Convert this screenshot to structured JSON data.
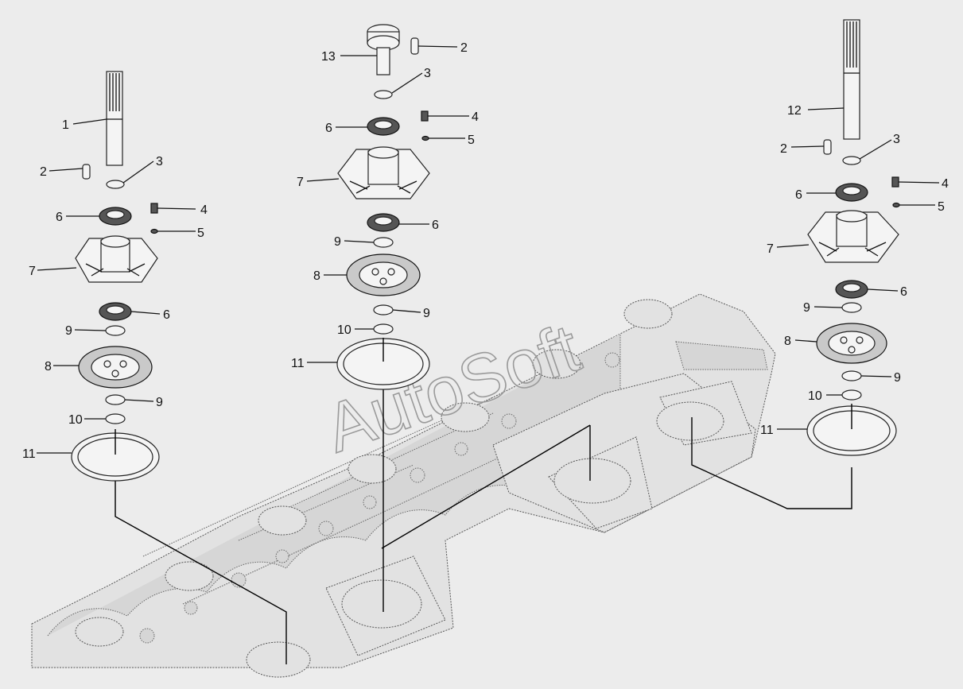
{
  "watermark": "AutoSoft",
  "callouts": {
    "left": {
      "l1": "1",
      "l2": "2",
      "l3": "3",
      "l4": "4",
      "l5": "5",
      "l6a": "6",
      "l7": "7",
      "l6b": "6",
      "l9a": "9",
      "l8": "8",
      "l9b": "9",
      "l10": "10",
      "l11": "11"
    },
    "center": {
      "l13": "13",
      "l2": "2",
      "l3": "3",
      "l6a": "6",
      "l4": "4",
      "l5": "5",
      "l7": "7",
      "l6b": "6",
      "l9a": "9",
      "l8": "8",
      "l9b": "9",
      "l10": "10",
      "l11": "11"
    },
    "right": {
      "l12": "12",
      "l2": "2",
      "l3": "3",
      "l4": "4",
      "l6a": "6",
      "l5": "5",
      "l7": "7",
      "l6b": "6",
      "l9a": "9",
      "l8": "8",
      "l9b": "9",
      "l10": "10",
      "l11": "11"
    }
  }
}
